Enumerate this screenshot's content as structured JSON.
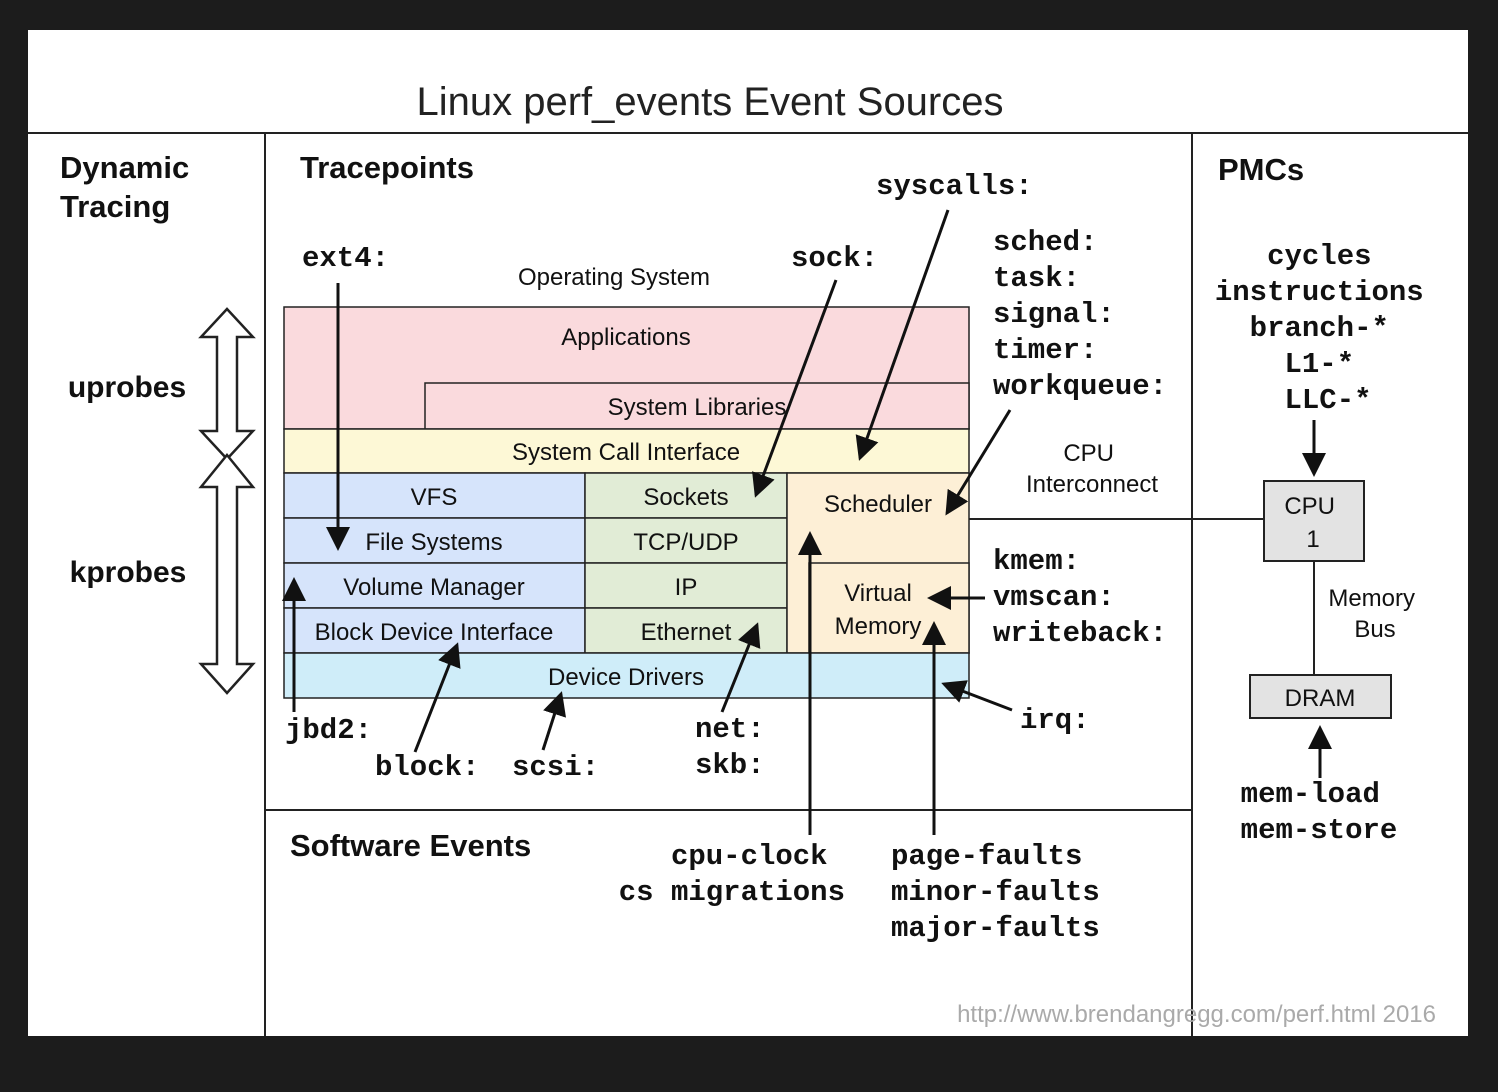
{
  "title": "Linux perf_events Event Sources",
  "sections": {
    "dynamic_tracing": "Dynamic Tracing",
    "tracepoints": "Tracepoints",
    "pmcs": "PMCs",
    "software_events": "Software Events"
  },
  "dynamic_tracing": {
    "uprobes": "uprobes",
    "kprobes": "kprobes"
  },
  "os_stack": {
    "label": "Operating System",
    "applications": "Applications",
    "system_libraries": "System Libraries",
    "system_call_interface": "System Call Interface",
    "vfs": "VFS",
    "file_systems": "File Systems",
    "volume_manager": "Volume Manager",
    "block_device_interface": "Block Device Interface",
    "sockets": "Sockets",
    "tcp_udp": "TCP/UDP",
    "ip": "IP",
    "ethernet": "Ethernet",
    "scheduler": "Scheduler",
    "virtual_memory": [
      "Virtual",
      "Memory"
    ],
    "device_drivers": "Device Drivers"
  },
  "tracepoints": {
    "ext4": "ext4:",
    "sock": "sock:",
    "syscalls": "syscalls:",
    "sched_group": [
      "sched:",
      "task:",
      "signal:",
      "timer:",
      "workqueue:"
    ],
    "mem_group": [
      "kmem:",
      "vmscan:",
      "writeback:"
    ],
    "irq": "irq:",
    "jbd2": "jbd2:",
    "block": "block:",
    "scsi": "scsi:",
    "net_group": [
      "net:",
      "skb:"
    ]
  },
  "hardware": {
    "cpu_interconnect": [
      "CPU",
      "Interconnect"
    ],
    "cpu": [
      "CPU",
      "1"
    ],
    "memory_bus": [
      "Memory",
      "Bus"
    ],
    "dram": "DRAM",
    "pmc_events": [
      "cycles",
      "instructions",
      "branch-*",
      "L1-*",
      "LLC-*"
    ],
    "mem_events": [
      "mem-load",
      "mem-store"
    ]
  },
  "software_events": {
    "cpu_group": [
      "cpu-clock",
      "cs migrations"
    ],
    "fault_group": [
      "page-faults",
      "minor-faults",
      "major-faults"
    ]
  },
  "footer": "http://www.brendangregg.com/perf.html 2016",
  "colors": {
    "background": "#1c1c1c",
    "page": "#ffffff",
    "applications": "#fadadd",
    "syscall": "#fdf8d6",
    "storage": "#d6e4fb",
    "network": "#e1ecd6",
    "scheduler": "#fdefd6",
    "drivers": "#cfedf9",
    "hardware_box": "#e3e3e3"
  }
}
